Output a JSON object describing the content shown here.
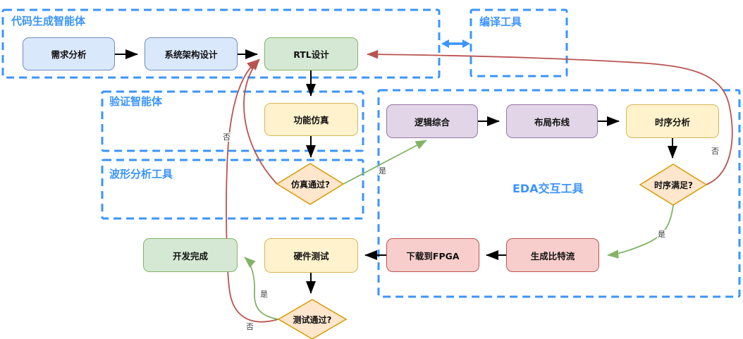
{
  "diagram_type": "fpga-development-flowchart",
  "groups": [
    {
      "name": "code-generation-agent",
      "label": "代码生成智能体"
    },
    {
      "name": "compiler-tool",
      "label": "编译工具"
    },
    {
      "name": "verification-agent",
      "label": "验证智能体"
    },
    {
      "name": "waveform-analysis-tool",
      "label": "波形分析工具"
    },
    {
      "name": "eda-interaction-tool",
      "label": "EDA交互工具"
    }
  ],
  "nodes": [
    {
      "name": "requirement-analysis",
      "label": "需求分析",
      "shape": "process",
      "palette": "blue"
    },
    {
      "name": "system-architecture-design",
      "label": "系统架构设计",
      "shape": "process",
      "palette": "blue"
    },
    {
      "name": "rtl-design",
      "label": "RTL设计",
      "shape": "process",
      "palette": "green"
    },
    {
      "name": "functional-simulation",
      "label": "功能仿真",
      "shape": "process",
      "palette": "yellow"
    },
    {
      "name": "simulation-passed",
      "label": "仿真通过?",
      "shape": "decision",
      "palette": "orange"
    },
    {
      "name": "logic-synthesis",
      "label": "逻辑综合",
      "shape": "process",
      "palette": "purple"
    },
    {
      "name": "place-and-route",
      "label": "布局布线",
      "shape": "process",
      "palette": "purple"
    },
    {
      "name": "timing-analysis",
      "label": "时序分析",
      "shape": "process",
      "palette": "yellow"
    },
    {
      "name": "timing-met",
      "label": "时序满足?",
      "shape": "decision",
      "palette": "orange"
    },
    {
      "name": "generate-bitstream",
      "label": "生成比特流",
      "shape": "process",
      "palette": "red"
    },
    {
      "name": "download-to-fpga",
      "label": "下载到FPGA",
      "shape": "process",
      "palette": "red"
    },
    {
      "name": "hardware-test",
      "label": "硬件测试",
      "shape": "process",
      "palette": "yellow"
    },
    {
      "name": "development-complete",
      "label": "开发完成",
      "shape": "process",
      "palette": "green"
    },
    {
      "name": "test-passed",
      "label": "测试通过?",
      "shape": "decision",
      "palette": "orange"
    }
  ],
  "edge_labels": {
    "yes": "是",
    "no": "否"
  },
  "colors": {
    "group_border": "#3b94fb",
    "group_title": "#3b94fb",
    "blue_fill": "#dae8fc",
    "blue_stroke": "#6c8ebf",
    "green_fill": "#d5e8d4",
    "green_stroke": "#82b366",
    "yellow_fill": "#fff2cc",
    "yellow_stroke": "#d6b656",
    "orange_fill": "#ffe6cc",
    "orange_stroke": "#d79b00",
    "purple_fill": "#e1d5e7",
    "purple_stroke": "#9673a6",
    "red_fill": "#f8cecc",
    "red_stroke": "#b85450",
    "edge_no": "#b85450",
    "edge_yes": "#82b366",
    "edge_default": "#000000",
    "bidirectional_arrow": "#3b94fb"
  }
}
